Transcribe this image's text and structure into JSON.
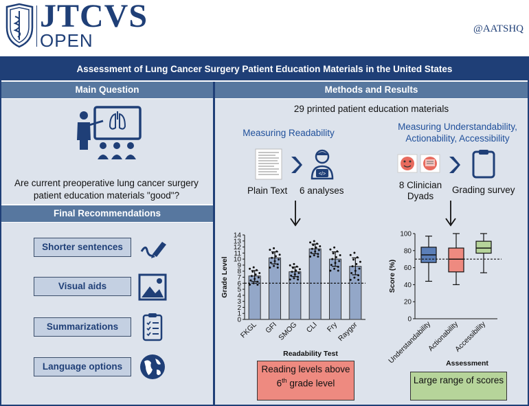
{
  "header": {
    "journal": "JTCVS",
    "journal_sub": "OPEN",
    "handle": "@AATSHQ"
  },
  "title": "Assessment of Lung Cancer Surgery Patient Education Materials in the United States",
  "main_question": {
    "heading": "Main Question",
    "question": "Are current preoperative lung cancer surgery patient education materials \"good\"?"
  },
  "final_recommendations": {
    "heading": "Final Recommendations",
    "items": [
      {
        "label": "Shorter sentences",
        "icon": "pen-icon"
      },
      {
        "label": "Visual aids",
        "icon": "image-icon"
      },
      {
        "label": "Summarizations",
        "icon": "clipboard-icon"
      },
      {
        "label": "Language options",
        "icon": "globe-icon"
      }
    ]
  },
  "methods": {
    "heading": "Methods and Results",
    "summary": "29 printed patient education materials",
    "readability_heading": "Measuring Readability",
    "understand_heading": "Measuring Understandability, Actionability, Accessibility",
    "plain_text": "Plain Text",
    "analyses": "6 analyses",
    "clinician": "8 Clinician Dyads",
    "grading": "Grading survey",
    "callout_left_main": "Reading levels above 6",
    "callout_left_sup": "th",
    "callout_left_end": "grade level",
    "callout_right": "Large range of scores"
  },
  "colors": {
    "navy": "#1f3f77",
    "section": "#57779f",
    "panel": "#dde3ec",
    "bar": "#93a7c8",
    "box_understand": "#5b7fb8",
    "box_action": "#ee8a80",
    "box_access": "#b6d49a",
    "callout_red": "#ee8a80",
    "callout_green": "#b6d49a"
  },
  "chart_data": [
    {
      "type": "bar",
      "categories": [
        "FKGL",
        "GFI",
        "SMOG",
        "CLI",
        "Fry",
        "Raygor"
      ],
      "values": [
        7.2,
        10.2,
        7.9,
        11.7,
        10.0,
        8.8
      ],
      "errors": [
        0.9,
        1.0,
        0.8,
        0.8,
        1.2,
        1.4
      ],
      "reference_line": 6,
      "xlabel": "Readability Test",
      "ylabel": "Grade Level",
      "ylim": [
        0,
        14
      ],
      "yticks": [
        0,
        1,
        2,
        3,
        4,
        5,
        6,
        7,
        8,
        9,
        10,
        11,
        12,
        13,
        14
      ]
    },
    {
      "type": "box",
      "categories": [
        "Understandability",
        "Actionability",
        "Accessibility"
      ],
      "boxes": [
        {
          "min": 44,
          "q1": 66,
          "median": 75,
          "q3": 84,
          "max": 97
        },
        {
          "min": 40,
          "q1": 55,
          "median": 70,
          "q3": 83,
          "max": 100
        },
        {
          "min": 54,
          "q1": 77,
          "median": 83,
          "q3": 91,
          "max": 100
        }
      ],
      "reference_line": 70,
      "xlabel": "Assessment",
      "ylabel": "Score (%)",
      "ylim": [
        0,
        100
      ],
      "yticks": [
        0,
        20,
        40,
        60,
        80,
        100
      ]
    }
  ]
}
